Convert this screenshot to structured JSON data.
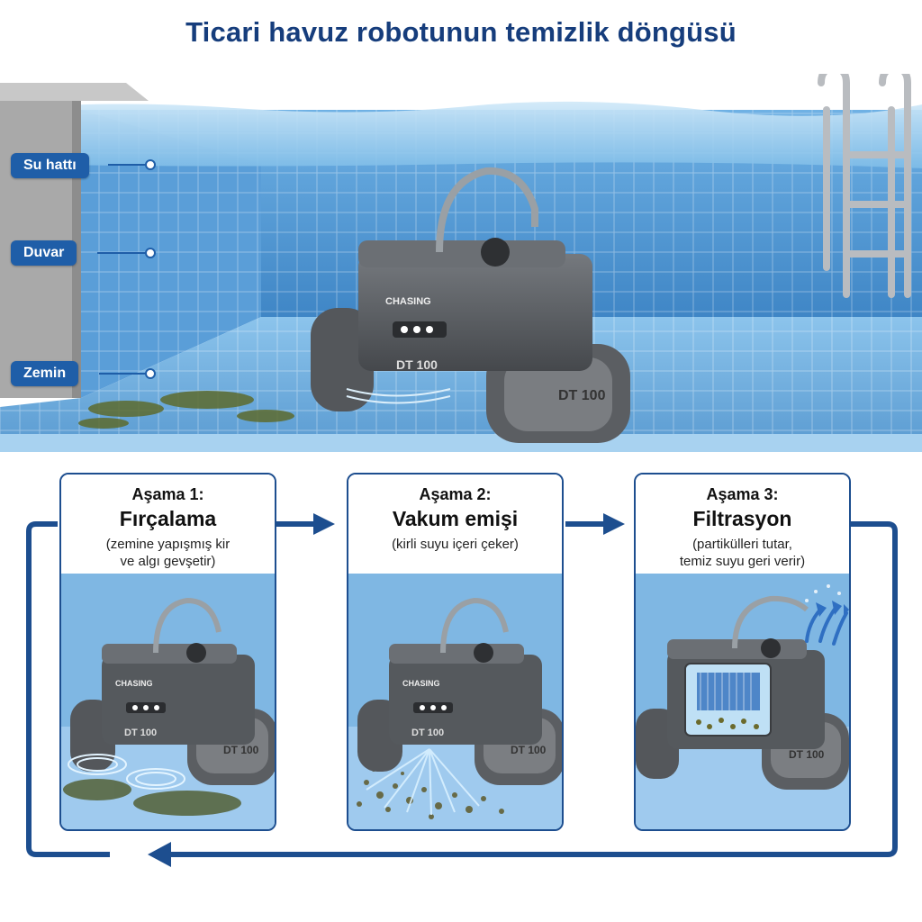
{
  "title": "Ticari havuz robotunun temizlik döngüsü",
  "hero": {
    "labels": [
      "Su hattı",
      "Duvar",
      "Zemin"
    ],
    "robot": {
      "brand": "CHASING",
      "model": "DT 100"
    }
  },
  "stages": [
    {
      "step": "Aşama 1:",
      "name": "Fırçalama",
      "desc_lines": [
        "(zemine yapışmış kir",
        "ve algı gevşetir)"
      ],
      "model": "DT 100",
      "brand": "CHASING"
    },
    {
      "step": "Aşama 2:",
      "name": "Vakum emişi",
      "desc_lines": [
        "(kirli suyu içeri çeker)"
      ],
      "model": "DT 100",
      "brand": "CHASING"
    },
    {
      "step": "Aşama 3:",
      "name": "Filtrasyon",
      "desc_lines": [
        "(partikülleri tutar,",
        "temiz suyu geri verir)"
      ],
      "model": "DT 100",
      "brand": ""
    }
  ],
  "colors": {
    "title": "#163d7c",
    "accent": "#1d4e8f",
    "pill": "#1f5ea8",
    "water": "#6aaede",
    "robot": "#5d6166"
  }
}
